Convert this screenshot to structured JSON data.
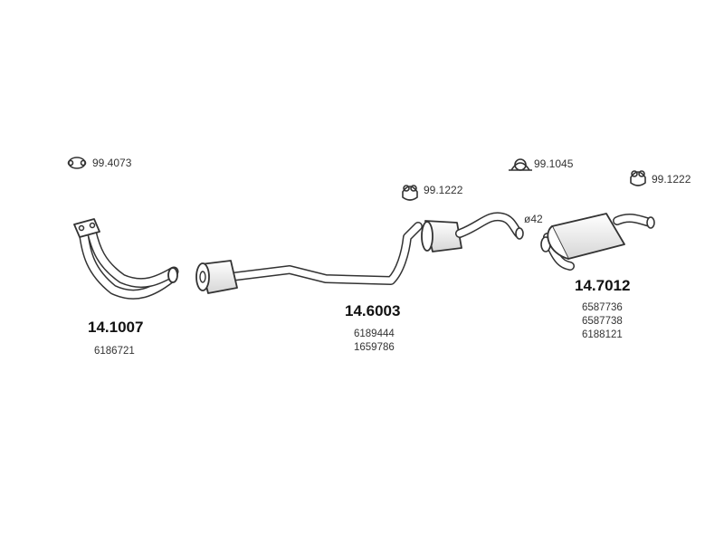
{
  "accessories": [
    {
      "id": "clamp-1",
      "code": "99.4073",
      "icon": "gasket-clamp-icon"
    },
    {
      "id": "hanger-1",
      "code": "99.1222",
      "icon": "rubber-hanger-icon"
    },
    {
      "id": "clamp-2",
      "code": "99.1045",
      "icon": "pipe-clamp-icon"
    },
    {
      "id": "hanger-2",
      "code": "99.1222",
      "icon": "rubber-hanger-icon"
    }
  ],
  "parts": [
    {
      "id": "front-pipe",
      "number": "14.1007",
      "oe_numbers": [
        "6186721"
      ]
    },
    {
      "id": "center-silencer",
      "number": "14.6003",
      "oe_numbers": [
        "6189444",
        "1659786"
      ]
    },
    {
      "id": "rear-silencer",
      "number": "14.7012",
      "oe_numbers": [
        "6587736",
        "6587738",
        "6188121"
      ]
    }
  ],
  "diameter_label": "ø42",
  "colors": {
    "line": "#333333",
    "fill": "#ffffff",
    "shade": "#d9d9d9"
  }
}
